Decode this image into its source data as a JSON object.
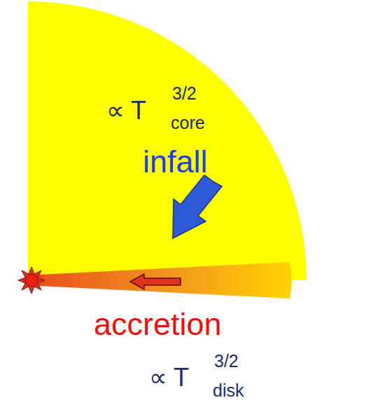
{
  "diagram": {
    "labels": [
      "∝ T",
      "core",
      "3/2",
      "infall",
      "accretion",
      "∝ T",
      "disk",
      "3/2"
    ]
  }
}
